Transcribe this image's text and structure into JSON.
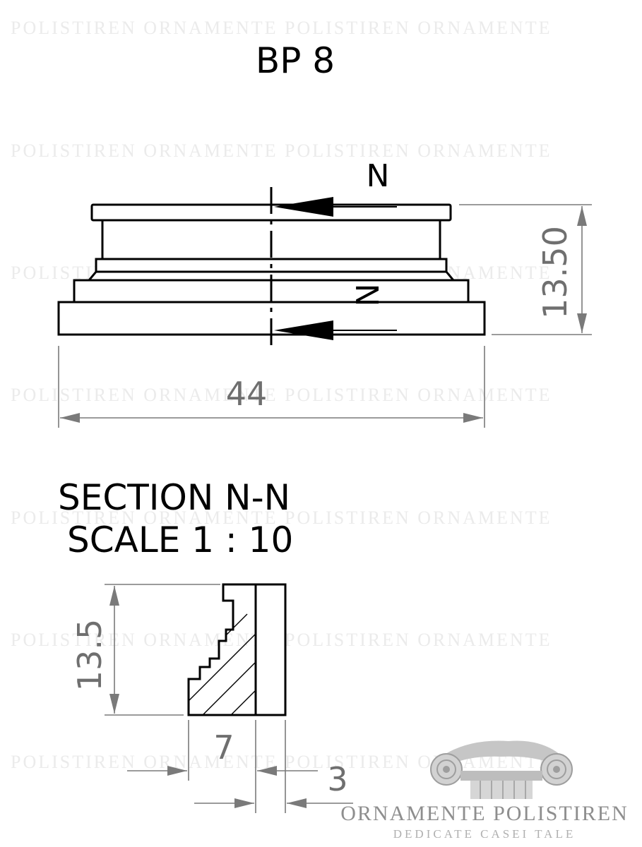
{
  "title": "BP 8",
  "section_marker_label": "N",
  "section_title": "SECTION N-N",
  "scale_label": "SCALE 1 : 10",
  "dimensions": {
    "front_height": "13.50",
    "front_width": "44",
    "section_height": "13.5",
    "section_depth": "7",
    "section_wall": "3"
  },
  "logo": {
    "brand": "ORNAMENTE POLISTIREN",
    "tagline": "DEDICATE CASEI TALE"
  },
  "watermark_text": "ORNAMENTE POLISTIREN",
  "colors": {
    "line": "#000000",
    "dimension": "#7a7a7a",
    "logo_text": "#8e8e8e"
  }
}
